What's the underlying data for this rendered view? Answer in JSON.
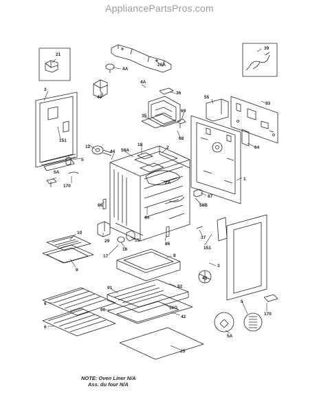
{
  "watermark": "AppliancePartsPros.com",
  "note": {
    "line1": "NOTE: Oven Liner N/A",
    "line2": "Ass. du four N/A"
  },
  "callouts": {
    "c21": "21",
    "c26A": "26A",
    "c39": "39",
    "c4A_1": "4A",
    "c4A_2": "4A",
    "c49": "49",
    "c36": "36",
    "c3_left": "3",
    "c151_left": "151",
    "c55": "55",
    "c33": "33",
    "c69": "69",
    "c35": "35",
    "c68": "68",
    "c64": "64",
    "c12": "12",
    "c58A": "58A",
    "c18": "18",
    "c2": "2",
    "c44_1": "44",
    "c5_left": "5",
    "c5A_left": "5A",
    "c170_left": "170",
    "c2A": "2A",
    "c1": "1",
    "c87": "87",
    "c58B": "58B",
    "c86_1": "86",
    "c44_2": "44",
    "c29": "29",
    "c15": "15",
    "c16": "16",
    "c86_2": "86",
    "c17": "17",
    "c10": "10",
    "c9": "9",
    "c37": "37",
    "c151_right": "151",
    "c3_right": "3",
    "c43": "43",
    "c8": "8",
    "c82": "82",
    "c91": "91",
    "c56G": "56G",
    "c90": "90",
    "c42": "42",
    "c6_1": "6",
    "c6_2": "6",
    "c25": "25",
    "c5A_right": "5A",
    "c5_right": "5",
    "c170_right": "170"
  }
}
